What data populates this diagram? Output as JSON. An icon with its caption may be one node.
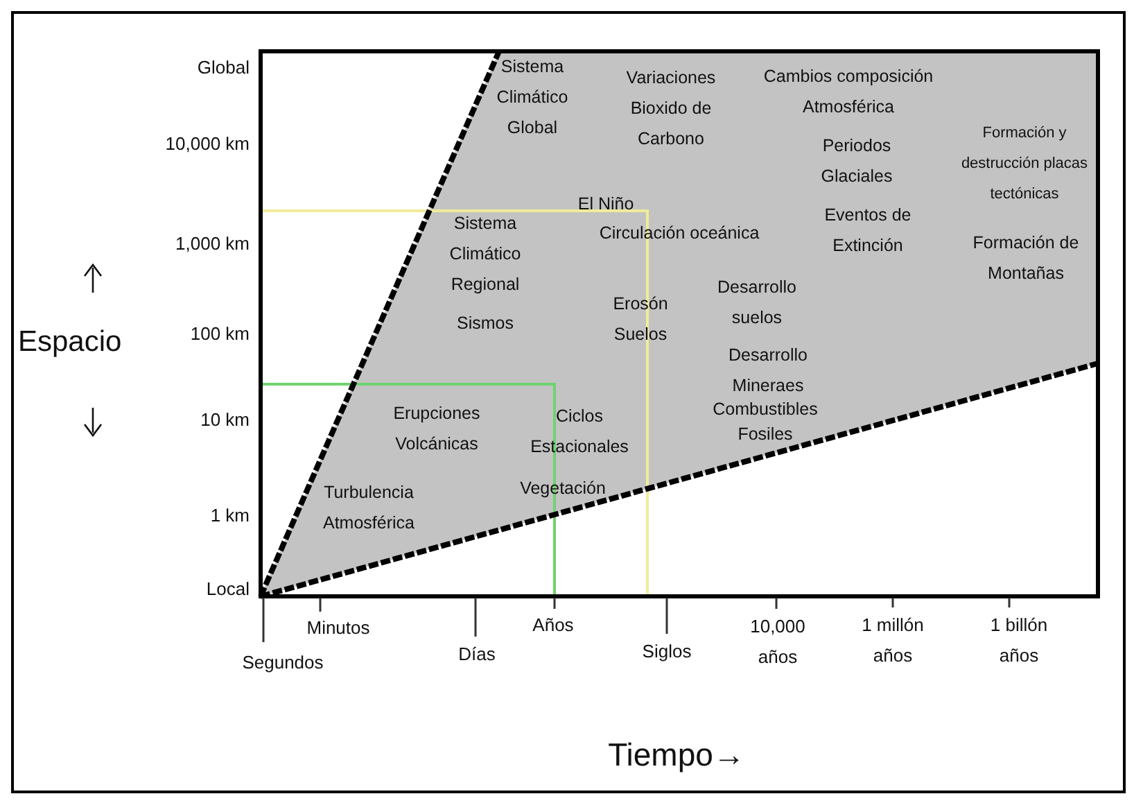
{
  "diagram": {
    "labels": [
      "Global",
      "10,000 km",
      "1,000 km",
      "100 km",
      "10 km",
      "1 km",
      "Local",
      "Espacio",
      "Sistema Climático Global",
      "Variaciones Bioxido de Carbono",
      "Cambios composición Atmosférica",
      "Periodos Glaciales",
      "Eventos de Extinción",
      "Formación y destrucción placas tectónicas",
      "Formación de Montañas",
      "El Niño",
      "Circulación oceánica",
      "Sistema Climático Regional",
      "Sismos",
      "Erosón Suelos",
      "Desarrollo suelos",
      "Desarrollo Mineraes",
      "Erupciones Volcánicas",
      "Ciclos Estacionales",
      "Combustibles Fosiles",
      "Turbulencia Atmosférica",
      "Vegetación",
      "Segundos",
      "Minutos",
      "Días",
      "Años",
      "Siglos",
      "10,000 años",
      "1 millón años",
      "1 billón años",
      "Tiempo→"
    ]
  }
}
